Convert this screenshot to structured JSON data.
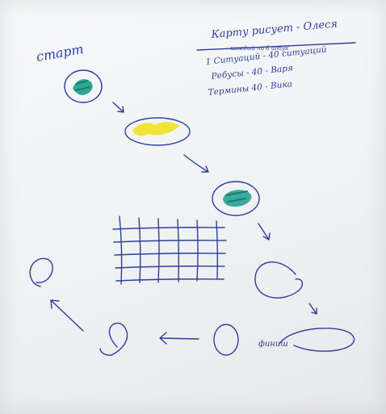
{
  "photo": {
    "subject": "whiteboard-style hand sketch on paper",
    "ink_color": "#2d3f9a",
    "paper_color": "#f3f5f6"
  },
  "sketch": {
    "start_label": "старт",
    "heading": "Карту рисует - Олеся",
    "subheading": "каждый по 6 штук",
    "notes": [
      "1 Ситуаций - 40 ситуаций",
      "Ребусы - 40 - Варя",
      "Термины 40 - Вика"
    ],
    "finish_label": "финиш"
  }
}
